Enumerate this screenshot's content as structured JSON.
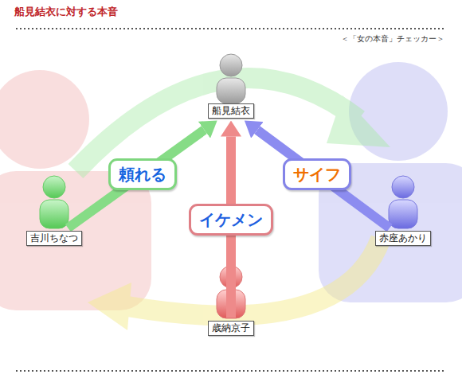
{
  "diagram": {
    "title": "船見結衣に対する本音",
    "nodes": [
      {
        "text": [
          "船見結衣"
        ]
      },
      {
        "text": [
          "吉川ちなつ"
        ]
      },
      {
        "text": [
          "赤座あかり"
        ]
      },
      {
        "text": [
          "歳納京子"
        ]
      }
    ],
    "edges": [
      {
        "from": 1,
        "to": 0,
        "label": "頼れる",
        "arrow": "to"
      },
      {
        "from": 3,
        "to": 0,
        "label": "イケメン",
        "arrow": "to"
      },
      {
        "from": 2,
        "to": 0,
        "label": "サイフ",
        "arrow": "to"
      }
    ],
    "labels": [
      "＜「女の本音」チェッカー＞"
    ]
  }
}
